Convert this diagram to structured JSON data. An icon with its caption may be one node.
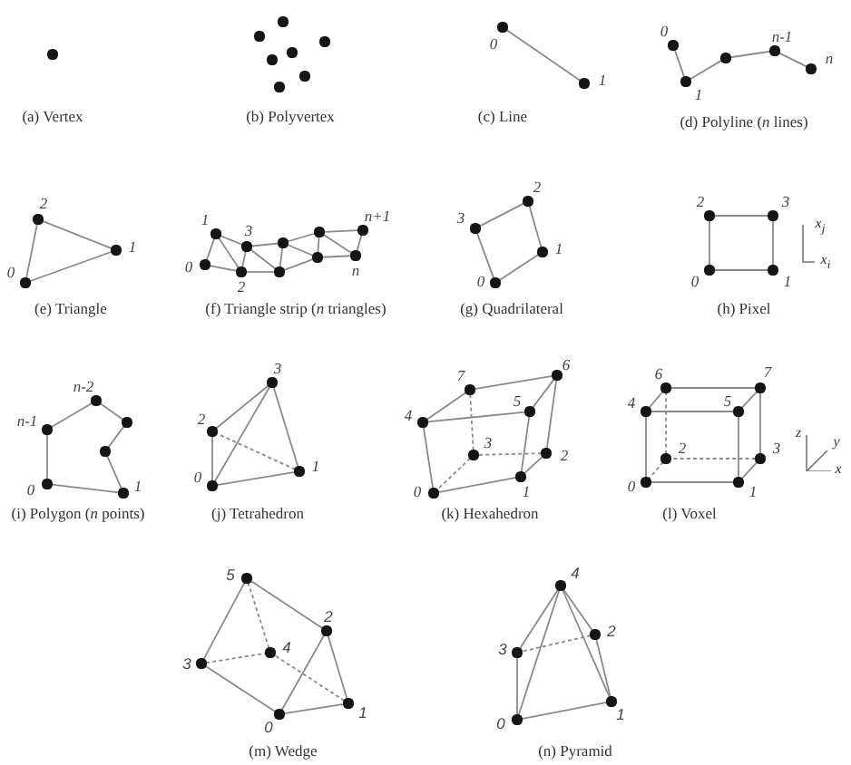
{
  "diagram": {
    "nodes": [
      {
        "text": [],
        "shape": "circle"
      },
      {
        "text": [],
        "shape": "circle"
      },
      {
        "text": [],
        "shape": "circle"
      },
      {
        "text": [],
        "shape": "circle"
      },
      {
        "text": [],
        "shape": "circle"
      },
      {
        "text": [],
        "shape": "circle"
      },
      {
        "text": [],
        "shape": "circle"
      },
      {
        "text": [],
        "shape": "circle"
      },
      {
        "text": [],
        "shape": "circle",
        "beside": [
          "0"
        ]
      },
      {
        "text": [],
        "shape": "circle",
        "beside": [
          "1"
        ]
      },
      {
        "text": [],
        "shape": "circle",
        "beside": [
          "0"
        ]
      },
      {
        "text": [],
        "shape": "circle",
        "beside": [
          "1"
        ]
      },
      {
        "text": [],
        "shape": "circle"
      },
      {
        "text": [],
        "shape": "circle",
        "beside": [
          "n-1"
        ]
      },
      {
        "text": [],
        "shape": "circle",
        "beside": [
          "n"
        ]
      },
      {
        "text": [],
        "shape": "circle",
        "beside": [
          "0"
        ]
      },
      {
        "text": [],
        "shape": "circle",
        "beside": [
          "1"
        ]
      },
      {
        "text": [],
        "shape": "circle",
        "beside": [
          "2"
        ]
      },
      {
        "text": [],
        "shape": "circle",
        "beside": [
          "0"
        ]
      },
      {
        "text": [],
        "shape": "circle",
        "beside": [
          "1"
        ]
      },
      {
        "text": [],
        "shape": "circle",
        "beside": [
          "2"
        ]
      },
      {
        "text": [],
        "shape": "circle",
        "beside": [
          "3"
        ]
      },
      {
        "text": [],
        "shape": "circle"
      },
      {
        "text": [],
        "shape": "circle"
      },
      {
        "text": [],
        "shape": "circle"
      },
      {
        "text": [],
        "shape": "circle"
      },
      {
        "text": [],
        "shape": "circle",
        "beside": [
          "n"
        ]
      },
      {
        "text": [],
        "shape": "circle",
        "beside": [
          "n+1"
        ]
      },
      {
        "text": [],
        "shape": "circle",
        "beside": [
          "0"
        ]
      },
      {
        "text": [],
        "shape": "circle",
        "beside": [
          "1"
        ]
      },
      {
        "text": [],
        "shape": "circle",
        "beside": [
          "2"
        ]
      },
      {
        "text": [],
        "shape": "circle",
        "beside": [
          "3"
        ]
      },
      {
        "text": [],
        "shape": "circle",
        "beside": [
          "0"
        ]
      },
      {
        "text": [],
        "shape": "circle",
        "beside": [
          "1"
        ]
      },
      {
        "text": [],
        "shape": "circle",
        "beside": [
          "2"
        ]
      },
      {
        "text": [],
        "shape": "circle",
        "beside": [
          "3"
        ]
      },
      {
        "text": [],
        "shape": "circle",
        "beside": [
          "0"
        ]
      },
      {
        "text": [],
        "shape": "circle",
        "beside": [
          "1"
        ]
      },
      {
        "text": [],
        "shape": "circle"
      },
      {
        "text": [],
        "shape": "circle"
      },
      {
        "text": [],
        "shape": "circle",
        "beside": [
          "n-2"
        ]
      },
      {
        "text": [],
        "shape": "circle",
        "beside": [
          "n-1"
        ]
      },
      {
        "text": [],
        "shape": "circle",
        "beside": [
          "0"
        ]
      },
      {
        "text": [],
        "shape": "circle",
        "beside": [
          "1"
        ]
      },
      {
        "text": [],
        "shape": "circle",
        "beside": [
          "2"
        ]
      },
      {
        "text": [],
        "shape": "circle",
        "beside": [
          "3"
        ]
      },
      {
        "text": [],
        "shape": "circle",
        "beside": [
          "0"
        ]
      },
      {
        "text": [],
        "shape": "circle",
        "beside": [
          "1"
        ]
      },
      {
        "text": [],
        "shape": "circle",
        "beside": [
          "2"
        ]
      },
      {
        "text": [],
        "shape": "circle",
        "beside": [
          "3"
        ]
      },
      {
        "text": [],
        "shape": "circle",
        "beside": [
          "4"
        ]
      },
      {
        "text": [],
        "shape": "circle",
        "beside": [
          "5"
        ]
      },
      {
        "text": [],
        "shape": "circle",
        "beside": [
          "6"
        ]
      },
      {
        "text": [],
        "shape": "circle",
        "beside": [
          "7"
        ]
      },
      {
        "text": [],
        "shape": "circle",
        "beside": [
          "0"
        ]
      },
      {
        "text": [],
        "shape": "circle",
        "beside": [
          "1"
        ]
      },
      {
        "text": [],
        "shape": "circle",
        "beside": [
          "2"
        ]
      },
      {
        "text": [],
        "shape": "circle",
        "beside": [
          "3"
        ]
      },
      {
        "text": [],
        "shape": "circle",
        "beside": [
          "4"
        ]
      },
      {
        "text": [],
        "shape": "circle",
        "beside": [
          "5"
        ]
      },
      {
        "text": [],
        "shape": "circle",
        "beside": [
          "6"
        ]
      },
      {
        "text": [],
        "shape": "circle",
        "beside": [
          "7"
        ]
      },
      {
        "text": [],
        "shape": "circle",
        "beside": [
          "0"
        ]
      },
      {
        "text": [],
        "shape": "circle",
        "beside": [
          "1"
        ]
      },
      {
        "text": [],
        "shape": "circle",
        "beside": [
          "2"
        ]
      },
      {
        "text": [],
        "shape": "circle",
        "beside": [
          "3"
        ]
      },
      {
        "text": [],
        "shape": "circle",
        "beside": [
          "4"
        ]
      },
      {
        "text": [],
        "shape": "circle",
        "beside": [
          "5"
        ]
      },
      {
        "text": [],
        "shape": "circle",
        "beside": [
          "0"
        ]
      },
      {
        "text": [],
        "shape": "circle",
        "beside": [
          "1"
        ]
      },
      {
        "text": [],
        "shape": "circle",
        "beside": [
          "2"
        ]
      },
      {
        "text": [],
        "shape": "circle",
        "beside": [
          "3"
        ]
      },
      {
        "text": [],
        "shape": "circle",
        "beside": [
          "4"
        ]
      }
    ],
    "edges": [
      {
        "from": 8,
        "to": 9,
        "arrow": "none"
      },
      {
        "from": 10,
        "to": 11,
        "arrow": "none"
      },
      {
        "from": 11,
        "to": 12,
        "arrow": "none"
      },
      {
        "from": 12,
        "to": 13,
        "arrow": "none"
      },
      {
        "from": 13,
        "to": 14,
        "arrow": "none"
      },
      {
        "from": 15,
        "to": 16,
        "arrow": "none"
      },
      {
        "from": 16,
        "to": 17,
        "arrow": "none"
      },
      {
        "from": 17,
        "to": 15,
        "arrow": "none"
      },
      {
        "from": 18,
        "to": 19,
        "arrow": "none"
      },
      {
        "from": 18,
        "to": 20,
        "arrow": "none"
      },
      {
        "from": 19,
        "to": 20,
        "arrow": "none"
      },
      {
        "from": 19,
        "to": 21,
        "arrow": "none"
      },
      {
        "from": 20,
        "to": 21,
        "arrow": "none"
      },
      {
        "from": 20,
        "to": 22,
        "arrow": "none"
      },
      {
        "from": 21,
        "to": 22,
        "arrow": "none"
      },
      {
        "from": 21,
        "to": 23,
        "arrow": "none"
      },
      {
        "from": 22,
        "to": 23,
        "arrow": "none"
      },
      {
        "from": 22,
        "to": 24,
        "arrow": "none"
      },
      {
        "from": 23,
        "to": 24,
        "arrow": "none"
      },
      {
        "from": 23,
        "to": 25,
        "arrow": "none"
      },
      {
        "from": 24,
        "to": 25,
        "arrow": "none"
      },
      {
        "from": 24,
        "to": 26,
        "arrow": "none"
      },
      {
        "from": 25,
        "to": 26,
        "arrow": "none"
      },
      {
        "from": 25,
        "to": 27,
        "arrow": "none"
      },
      {
        "from": 26,
        "to": 27,
        "arrow": "none"
      },
      {
        "from": 28,
        "to": 29,
        "arrow": "none"
      },
      {
        "from": 29,
        "to": 30,
        "arrow": "none"
      },
      {
        "from": 30,
        "to": 31,
        "arrow": "none"
      },
      {
        "from": 31,
        "to": 28,
        "arrow": "none"
      },
      {
        "from": 32,
        "to": 33,
        "arrow": "none"
      },
      {
        "from": 33,
        "to": 35,
        "arrow": "none"
      },
      {
        "from": 35,
        "to": 34,
        "arrow": "none"
      },
      {
        "from": 34,
        "to": 32,
        "arrow": "none"
      },
      {
        "from": 36,
        "to": 37,
        "arrow": "none"
      },
      {
        "from": 37,
        "to": 38,
        "arrow": "none"
      },
      {
        "from": 38,
        "to": 39,
        "arrow": "none"
      },
      {
        "from": 39,
        "to": 40,
        "arrow": "none"
      },
      {
        "from": 40,
        "to": 41,
        "arrow": "none"
      },
      {
        "from": 41,
        "to": 36,
        "arrow": "none"
      },
      {
        "from": 42,
        "to": 43,
        "arrow": "none"
      },
      {
        "from": 43,
        "to": 44,
        "arrow": "none",
        "style": "dashed"
      },
      {
        "from": 44,
        "to": 42,
        "arrow": "none"
      },
      {
        "from": 42,
        "to": 45,
        "arrow": "none"
      },
      {
        "from": 43,
        "to": 45,
        "arrow": "none"
      },
      {
        "from": 44,
        "to": 45,
        "arrow": "none"
      },
      {
        "from": 46,
        "to": 47,
        "arrow": "none"
      },
      {
        "from": 47,
        "to": 48,
        "arrow": "none"
      },
      {
        "from": 48,
        "to": 49,
        "arrow": "none",
        "style": "dashed"
      },
      {
        "from": 49,
        "to": 46,
        "arrow": "none",
        "style": "dashed"
      },
      {
        "from": 50,
        "to": 51,
        "arrow": "none"
      },
      {
        "from": 51,
        "to": 52,
        "arrow": "none"
      },
      {
        "from": 52,
        "to": 53,
        "arrow": "none"
      },
      {
        "from": 53,
        "to": 50,
        "arrow": "none"
      },
      {
        "from": 46,
        "to": 50,
        "arrow": "none"
      },
      {
        "from": 47,
        "to": 51,
        "arrow": "none"
      },
      {
        "from": 48,
        "to": 52,
        "arrow": "none"
      },
      {
        "from": 49,
        "to": 53,
        "arrow": "none",
        "style": "dashed"
      },
      {
        "from": 54,
        "to": 55,
        "arrow": "none"
      },
      {
        "from": 55,
        "to": 57,
        "arrow": "none"
      },
      {
        "from": 57,
        "to": 56,
        "arrow": "none",
        "style": "dashed"
      },
      {
        "from": 56,
        "to": 54,
        "arrow": "none",
        "style": "dashed"
      },
      {
        "from": 58,
        "to": 59,
        "arrow": "none"
      },
      {
        "from": 59,
        "to": 61,
        "arrow": "none"
      },
      {
        "from": 61,
        "to": 60,
        "arrow": "none"
      },
      {
        "from": 60,
        "to": 58,
        "arrow": "none"
      },
      {
        "from": 54,
        "to": 58,
        "arrow": "none"
      },
      {
        "from": 55,
        "to": 59,
        "arrow": "none"
      },
      {
        "from": 56,
        "to": 60,
        "arrow": "none",
        "style": "dashed"
      },
      {
        "from": 57,
        "to": 61,
        "arrow": "none"
      },
      {
        "from": 62,
        "to": 63,
        "arrow": "none"
      },
      {
        "from": 63,
        "to": 64,
        "arrow": "none"
      },
      {
        "from": 64,
        "to": 62,
        "arrow": "none"
      },
      {
        "from": 65,
        "to": 66,
        "arrow": "none",
        "style": "dashed"
      },
      {
        "from": 66,
        "to": 67,
        "arrow": "none",
        "style": "dashed"
      },
      {
        "from": 67,
        "to": 65,
        "arrow": "none"
      },
      {
        "from": 62,
        "to": 65,
        "arrow": "none"
      },
      {
        "from": 63,
        "to": 66,
        "arrow": "none",
        "style": "dashed"
      },
      {
        "from": 64,
        "to": 67,
        "arrow": "none"
      },
      {
        "from": 68,
        "to": 69,
        "arrow": "none"
      },
      {
        "from": 69,
        "to": 70,
        "arrow": "none"
      },
      {
        "from": 70,
        "to": 71,
        "arrow": "none",
        "style": "dashed"
      },
      {
        "from": 71,
        "to": 68,
        "arrow": "none"
      },
      {
        "from": 68,
        "to": 72,
        "arrow": "none"
      },
      {
        "from": 69,
        "to": 72,
        "arrow": "none"
      },
      {
        "from": 70,
        "to": 72,
        "arrow": "none"
      },
      {
        "from": 71,
        "to": 72,
        "arrow": "none"
      }
    ],
    "labels": [
      "(a) Vertex",
      "(b) Polyvertex",
      "(c) Line",
      "(d) Polyline (*n* lines)",
      "x$_{j}$",
      "x$_{i}$",
      "(e) Triangle",
      "(f) Triangle strip (*n* triangles)",
      "(g) Quadrilateral",
      "(h) Pixel",
      "z",
      "y",
      "x",
      "(i) Polygon (*n* points)",
      "(j) Tetrahedron",
      "(k) Hexahedron",
      "(l) Voxel",
      "(m) Wedge",
      "(n) Pyramid"
    ]
  }
}
